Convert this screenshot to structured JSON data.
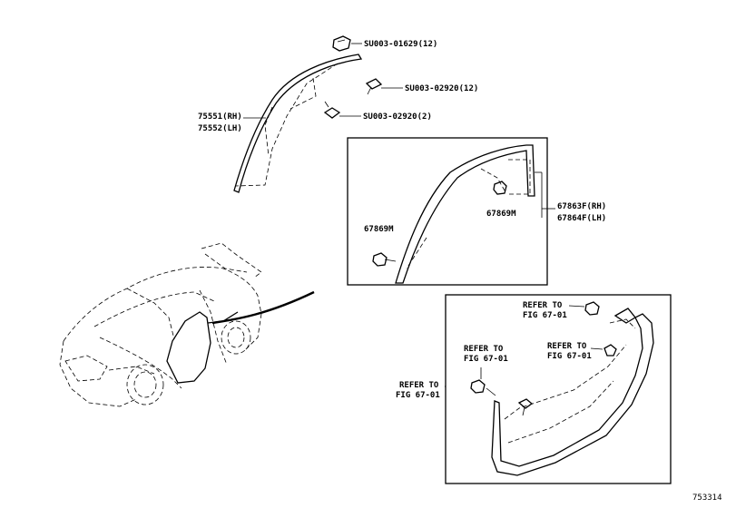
{
  "figure_id": "753314",
  "labels": {
    "clip_top": "SU003-01629(12)",
    "clip_mid": "SU003-02920(12)",
    "clip_low": "SU003-02920(2)",
    "molding_rh": "75551(RH)",
    "molding_lh": "75552(LH)",
    "clip_67869_left": "67869M",
    "clip_67869_right": "67869M",
    "weatherstrip_rh": "67863F(RH)",
    "weatherstrip_lh": "67864F(LH)",
    "refer_top_1": "REFER TO",
    "refer_top_2": "FIG 67-01",
    "refer_mid_1": "REFER TO",
    "refer_mid_2": "FIG 67-01",
    "refer_left_1": "REFER TO",
    "refer_left_2": "FIG 67-01",
    "refer_bottom_1": "REFER TO",
    "refer_bottom_2": "FIG 67-01"
  }
}
